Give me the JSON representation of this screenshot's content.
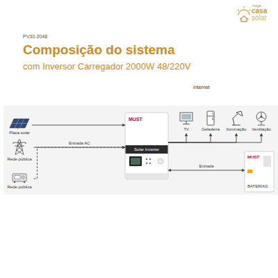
{
  "diagram": {
    "title": "Composição do sistema",
    "nodes": [
      {
        "text": [
          "Placa solar"
        ]
      },
      {
        "text": [
          "Rede pública"
        ]
      },
      {
        "text": [
          "Rede pública"
        ]
      },
      {
        "text": [
          "MUST",
          "Solar Inverter"
        ]
      },
      {
        "text": [
          "TV"
        ]
      },
      {
        "text": [
          "Geladeira"
        ]
      },
      {
        "text": [
          "Iluminação"
        ]
      },
      {
        "text": [
          "Ventilação"
        ]
      },
      {
        "text": [
          "MUST",
          "BATERIAS"
        ]
      }
    ],
    "edges": [
      {
        "from": 0,
        "to": 3,
        "arrow": "to"
      },
      {
        "from": 1,
        "to": 3,
        "label": "Entrada AC",
        "arrow": "to"
      },
      {
        "from": 2,
        "to": 3,
        "arrow": "to"
      },
      {
        "from": 3,
        "to": 4,
        "arrow": "to"
      },
      {
        "from": 3,
        "to": 5,
        "arrow": "to"
      },
      {
        "from": 3,
        "to": 6,
        "arrow": "to"
      },
      {
        "from": 3,
        "to": 7,
        "arrow": "to"
      },
      {
        "from": 3,
        "to": 8,
        "label": "Entrada",
        "arrow": "both"
      }
    ],
    "labels": [
      "mega",
      "casa",
      "solar",
      "PV30-2048",
      "com Inversor Carregador 2000W 48/220V",
      "Internet"
    ]
  }
}
